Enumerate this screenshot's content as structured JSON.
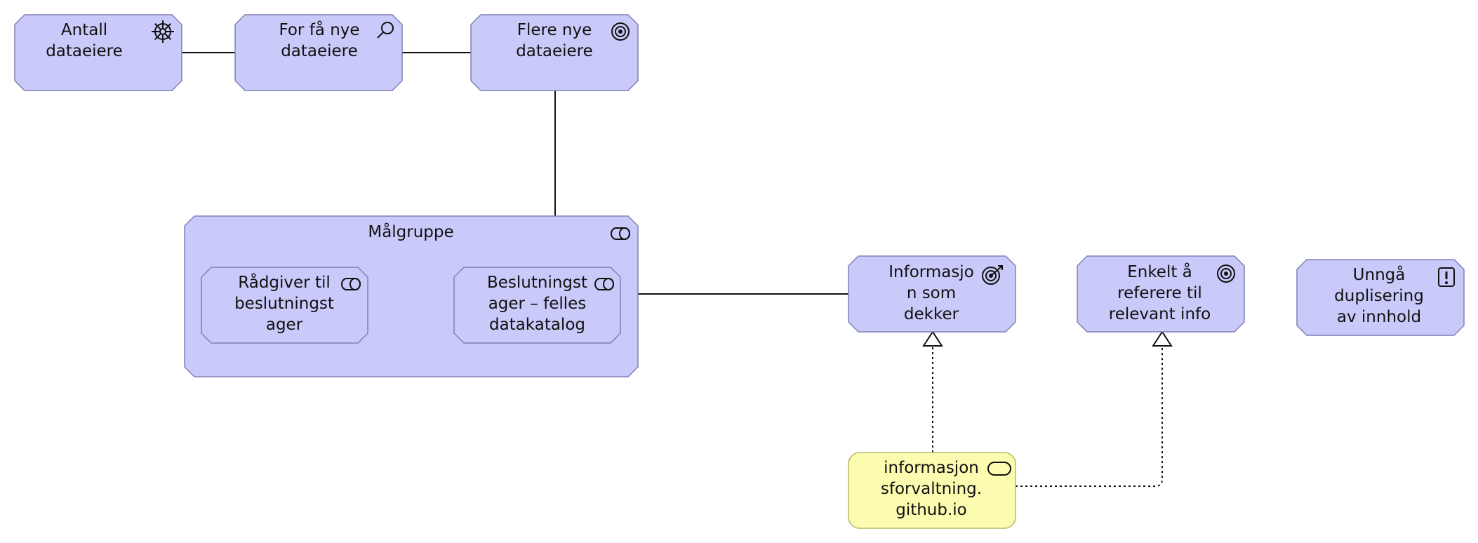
{
  "diagram": {
    "colors": {
      "fill": "#c9caf9",
      "border": "#7f80b6",
      "artifact_fill": "#fbfcb0",
      "artifact_border": "#b7b86c",
      "line": "#111111"
    },
    "nodes": [
      {
        "id": "antall",
        "label": "Antall\ndataeiere",
        "icon": "driver-icon"
      },
      {
        "id": "forfa",
        "label": "For få nye\ndataeiere",
        "icon": "assessment-icon"
      },
      {
        "id": "flere",
        "label": "Flere nye\ndataeiere",
        "icon": "goal-icon"
      },
      {
        "id": "malgruppe",
        "label": "Målgruppe",
        "icon": "role-icon"
      },
      {
        "id": "radgiver",
        "label": "Rådgiver til\nbeslutningst\nager",
        "icon": "role-icon"
      },
      {
        "id": "beslutning",
        "label": "Beslutningst\nager – felles\ndatakatalog",
        "icon": "role-icon"
      },
      {
        "id": "informasjon",
        "label": "Informasjo\nn som\ndekker",
        "icon": "outcome-icon"
      },
      {
        "id": "enkelt",
        "label": "Enkelt å\nreferere til\nrelevant info",
        "icon": "goal-icon"
      },
      {
        "id": "unnga",
        "label": "Unngå\nduplisering\nav innhold",
        "icon": "principle-icon"
      },
      {
        "id": "github",
        "label": "informasjon\nsforvaltning.\ngithub.io",
        "icon": "service-icon"
      }
    ],
    "connections": [
      {
        "from": "antall",
        "to": "forfa",
        "type": "association"
      },
      {
        "from": "forfa",
        "to": "flere",
        "type": "association"
      },
      {
        "from": "flere",
        "to": "malgruppe",
        "type": "association"
      },
      {
        "from": "malgruppe",
        "to": "informasjon",
        "type": "association"
      },
      {
        "from": "radgiver",
        "to": "beslutning",
        "type": "flow"
      },
      {
        "from": "github",
        "to": "informasjon",
        "type": "realization"
      },
      {
        "from": "github",
        "to": "enkelt",
        "type": "realization"
      }
    ]
  }
}
